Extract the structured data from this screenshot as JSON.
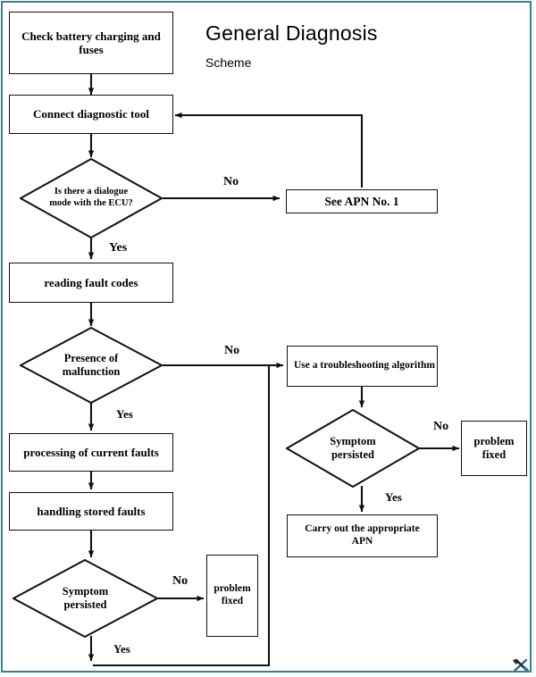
{
  "document": {
    "title": "General Diagnosis",
    "subtitle": "Scheme",
    "border_color": "#3a7f91",
    "line_color": "#111111",
    "background": "#ffffff"
  },
  "chart_data": {
    "type": "diagram",
    "diagram_kind": "flowchart",
    "title": "General Diagnosis",
    "subtitle": "Scheme",
    "nodes": [
      {
        "id": "n1",
        "kind": "process",
        "label": "Check battery charging and fuses"
      },
      {
        "id": "n2",
        "kind": "process",
        "label": "Connect diagnostic tool"
      },
      {
        "id": "d1",
        "kind": "decision",
        "label": "Is there a dialogue mode with the ECU?"
      },
      {
        "id": "n3",
        "kind": "process",
        "label": "See APN No. 1"
      },
      {
        "id": "n4",
        "kind": "process",
        "label": "reading fault codes"
      },
      {
        "id": "d2",
        "kind": "decision",
        "label": "Presence of malfunction"
      },
      {
        "id": "n5",
        "kind": "process",
        "label": "Use a troubleshooting algorithm"
      },
      {
        "id": "d3",
        "kind": "decision",
        "label": "Symptom persisted"
      },
      {
        "id": "n6",
        "kind": "terminal",
        "label": "problem fixed"
      },
      {
        "id": "n7",
        "kind": "process",
        "label": "Carry out the appropriate APN"
      },
      {
        "id": "n8",
        "kind": "process",
        "label": "processing of current faults"
      },
      {
        "id": "n9",
        "kind": "process",
        "label": "handling stored faults"
      },
      {
        "id": "d4",
        "kind": "decision",
        "label": "Symptom persisted"
      },
      {
        "id": "n10",
        "kind": "terminal",
        "label": "problem fixed"
      }
    ],
    "edges": [
      {
        "from": "n1",
        "to": "n2",
        "label": ""
      },
      {
        "from": "n2",
        "to": "d1",
        "label": ""
      },
      {
        "from": "d1",
        "to": "n3",
        "label": "No"
      },
      {
        "from": "d1",
        "to": "n4",
        "label": "Yes"
      },
      {
        "from": "n3",
        "to": "n2",
        "label": ""
      },
      {
        "from": "n4",
        "to": "d2",
        "label": ""
      },
      {
        "from": "d2",
        "to": "n5",
        "label": "No"
      },
      {
        "from": "d2",
        "to": "n8",
        "label": "Yes"
      },
      {
        "from": "n5",
        "to": "d3",
        "label": ""
      },
      {
        "from": "d3",
        "to": "n6",
        "label": "No"
      },
      {
        "from": "d3",
        "to": "n7",
        "label": "Yes"
      },
      {
        "from": "n8",
        "to": "n9",
        "label": ""
      },
      {
        "from": "n9",
        "to": "d4",
        "label": ""
      },
      {
        "from": "d4",
        "to": "n10",
        "label": "No"
      },
      {
        "from": "d4",
        "to": "n5",
        "label": "Yes"
      }
    ]
  },
  "nodes": {
    "check_battery": "Check battery charging and fuses",
    "connect_tool": "Connect diagnostic tool",
    "dialogue_mode": "Is there a dialogue mode with the ECU?",
    "see_apn": "See APN No. 1",
    "reading_fault_codes": "reading fault codes",
    "presence_malfunction": "Presence of malfunction",
    "troubleshooting": "Use a troubleshooting algorithm",
    "symptom_right": "Symptom persisted",
    "problem_fixed_right": "problem fixed",
    "carry_out_apn": "Carry out the appropriate APN",
    "processing_current": "processing of current faults",
    "handling_stored": "handling stored faults",
    "symptom_bottom": "Symptom persisted",
    "problem_fixed_bottom": "problem fixed"
  },
  "edge_labels": {
    "d1_no": "No",
    "d1_yes": "Yes",
    "d2_no": "No",
    "d2_yes": "Yes",
    "d3_no": "No",
    "d3_yes": "Yes",
    "d4_no": "No",
    "d4_yes": "Yes"
  },
  "icons": {
    "tools": "tools-icon"
  }
}
